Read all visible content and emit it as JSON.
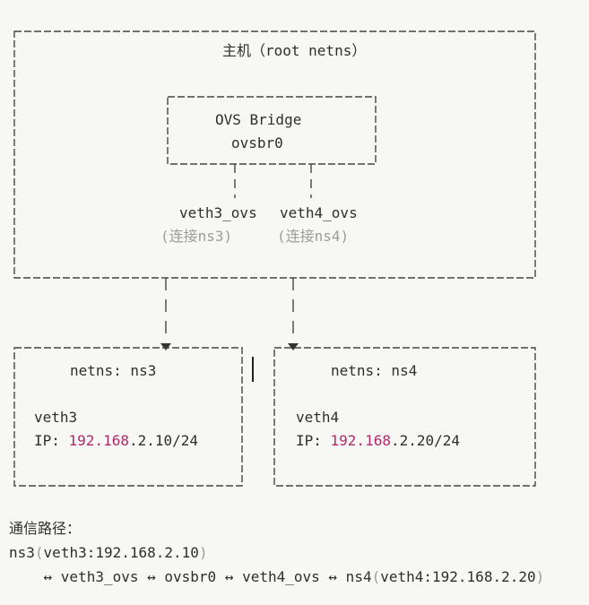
{
  "colors": {
    "background": "#f7f7f4",
    "line": "#454545",
    "text": "#2e2e2e",
    "muted_text": "#9c9c9c",
    "ip_highlight": "#b02a6b"
  },
  "host_box": {
    "title": "主机（root netns）"
  },
  "ovs_box": {
    "title": "OVS Bridge",
    "name": "ovsbr0",
    "port_left": "veth3_ovs",
    "port_left_note": "(连接ns3)",
    "port_right": "veth4_ovs",
    "port_right_note": "(连接ns4)"
  },
  "ns3_box": {
    "title": "netns: ns3",
    "iface": "veth3",
    "ip_label": "IP: ",
    "ip_net": "192.168",
    "ip_host": ".2.10/24"
  },
  "ns4_box": {
    "title": "netns: ns4",
    "iface": "veth4",
    "ip_label": "IP: ",
    "ip_net": "192.168",
    "ip_host": ".2.20/24"
  },
  "path": {
    "heading": "通信路径：",
    "line1_name": "ns3",
    "line1_open": "(",
    "line1_inner": "veth3:192.168.2.10",
    "line1_close": ")",
    "line2_indent": "    ",
    "line2_seq": "↔ veth3_ovs ↔ ovsbr0 ↔ veth4_ovs ↔ ns4",
    "line2_open": "(",
    "line2_inner": "veth4:192.168.2.20",
    "line2_close": ")"
  }
}
